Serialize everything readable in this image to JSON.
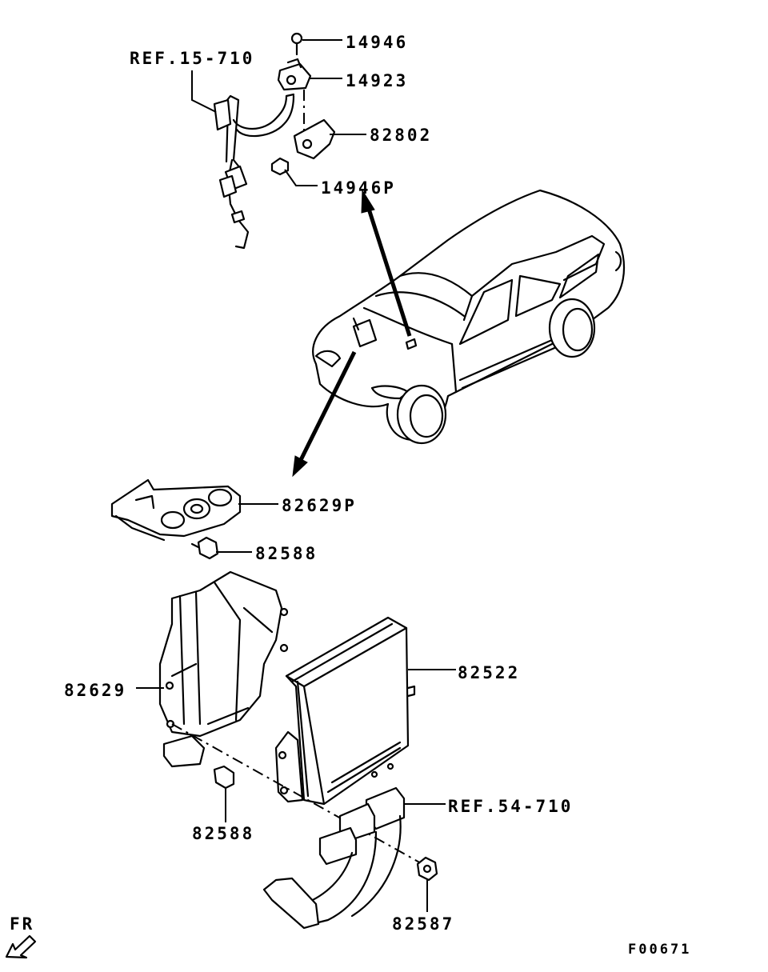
{
  "diagram": {
    "labels": {
      "p14946": "14946",
      "p14923": "14923",
      "p82802": "82802",
      "p14946P": "14946P",
      "ref15": "REF.15-710",
      "p82629P": "82629P",
      "p82588_top": "82588",
      "p82522": "82522",
      "p82629": "82629",
      "ref54": "REF.54-710",
      "p82588_bottom": "82588",
      "p82587": "82587",
      "fr": "FR",
      "figure_code": "F00671"
    },
    "icons": [
      "front-direction-arrow-icon"
    ]
  }
}
